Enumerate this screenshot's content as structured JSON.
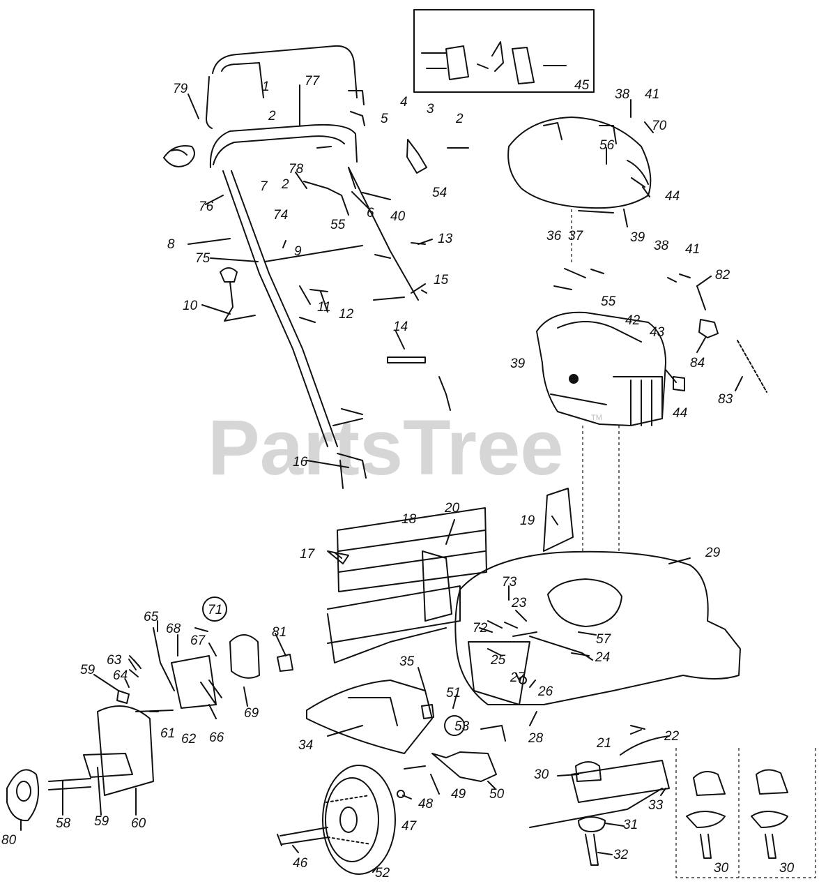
{
  "watermark": {
    "text": "PartsTree",
    "mark": "TM"
  },
  "callout_labels": [
    "1",
    "2",
    "77",
    "79",
    "4",
    "5",
    "3",
    "2",
    "78",
    "2",
    "7",
    "6",
    "40",
    "54",
    "55",
    "76",
    "74",
    "8",
    "9",
    "75",
    "13",
    "15",
    "10",
    "11",
    "12",
    "14",
    "16",
    "45",
    "38",
    "41",
    "70",
    "56",
    "44",
    "37",
    "39",
    "36",
    "38",
    "41",
    "82",
    "55",
    "42",
    "43",
    "39",
    "84",
    "44",
    "83",
    "18",
    "20",
    "19",
    "29",
    "17",
    "71",
    "73",
    "23",
    "72",
    "57",
    "25",
    "24",
    "27",
    "26",
    "65",
    "68",
    "63",
    "67",
    "81",
    "59",
    "64",
    "69",
    "61",
    "62",
    "66",
    "35",
    "51",
    "34",
    "53",
    "28",
    "21",
    "22",
    "30",
    "33",
    "31",
    "32",
    "50",
    "49",
    "48",
    "47",
    "46",
    "52",
    "58",
    "59",
    "60",
    "80",
    "30",
    "30"
  ],
  "icons": {
    "wheel": "wheel-icon",
    "engine": "engine-icon",
    "handle": "handle-icon",
    "deck": "deck-icon",
    "blade": "blade-icon",
    "circled_label": "circled-label-icon"
  }
}
